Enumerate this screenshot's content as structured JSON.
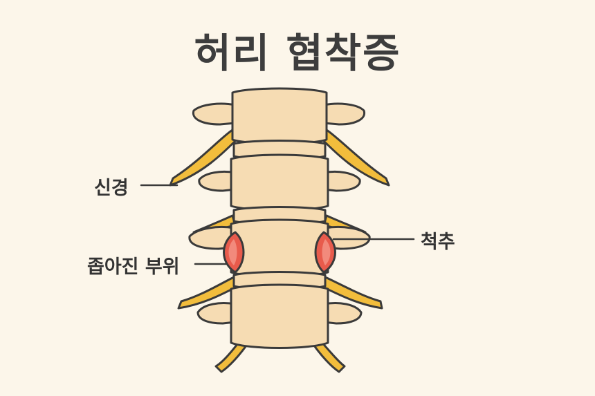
{
  "title": "허리 협착증",
  "labels": {
    "nerve": "신경",
    "spine": "척추",
    "narrowed_area": "좁아진 부위"
  },
  "colors": {
    "background": "#fcf6ea",
    "bone": "#f6dcb3",
    "outline": "#3a3a3a",
    "nerve": "#f2bd3c",
    "stenosis": "#e85b4c"
  }
}
